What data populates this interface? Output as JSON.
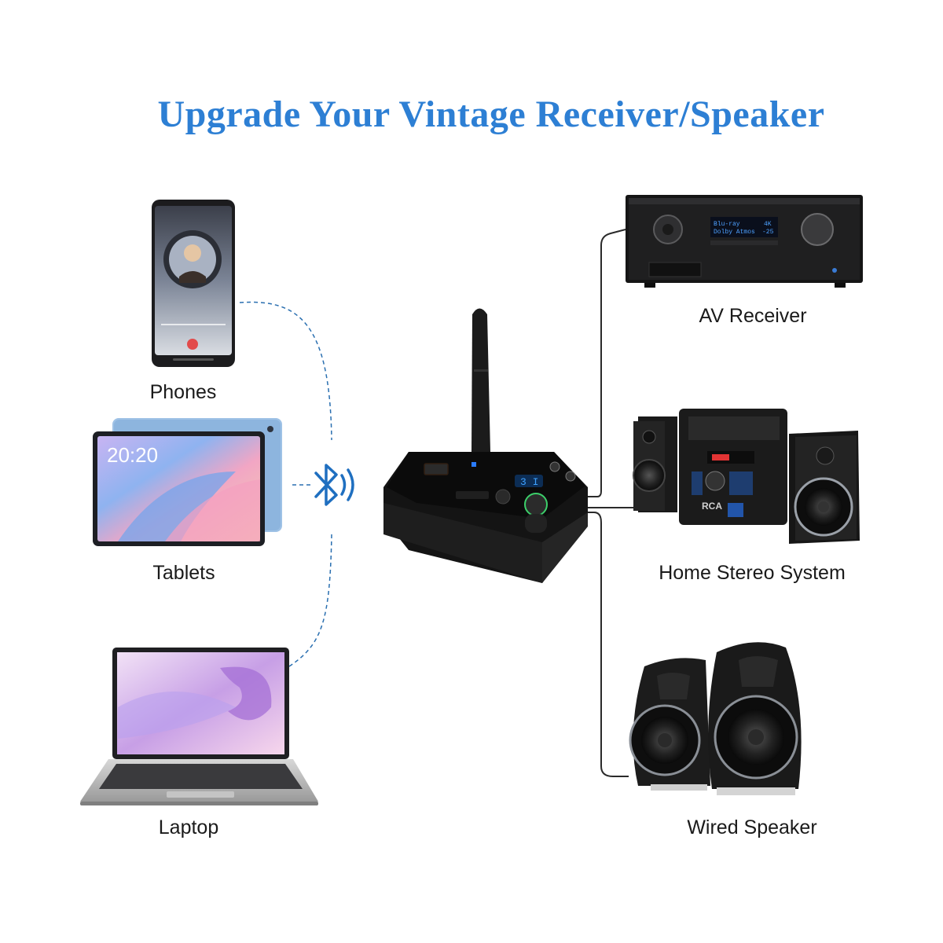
{
  "title": "Upgrade Your Vintage Receiver/Speaker",
  "sources": [
    {
      "label": "Phones"
    },
    {
      "label": "Tablets"
    },
    {
      "label": "Laptop"
    }
  ],
  "outputs": [
    {
      "label": "AV Receiver"
    },
    {
      "label": "Home Stereo System"
    },
    {
      "label": "Wired Speaker"
    }
  ],
  "devices": {
    "tablet_clock": "20:20",
    "receiver_display_line1": "Blu-ray",
    "receiver_display_line2": "Dolby Atmos",
    "receiver_display_r1": "4K",
    "receiver_display_r2": "-25",
    "stereo_brand": "RCA"
  },
  "colors": {
    "title": "#2d7fd4",
    "bluetooth": "#1f6fc0",
    "dashed_link": "#2a6fb0",
    "wire": "#2a2a2a"
  },
  "icons": {
    "bluetooth": "bluetooth-icon"
  }
}
